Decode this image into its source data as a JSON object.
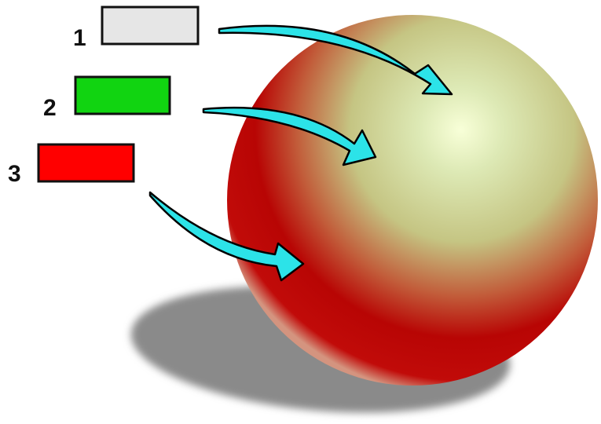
{
  "legend": [
    {
      "label": "1",
      "color": "#e6e6e6"
    },
    {
      "label": "2",
      "color": "#11d411"
    },
    {
      "label": "3",
      "color": "#ff0000"
    }
  ],
  "sphere": {
    "highlight_color": "#f8ffd8",
    "mid_color": "#cddca0",
    "shadow_tone_color": "#b20000",
    "rim_color": "#d08a7a"
  },
  "arrow_color": "#2ce3e8",
  "shadow_color": "#8a8a8a"
}
